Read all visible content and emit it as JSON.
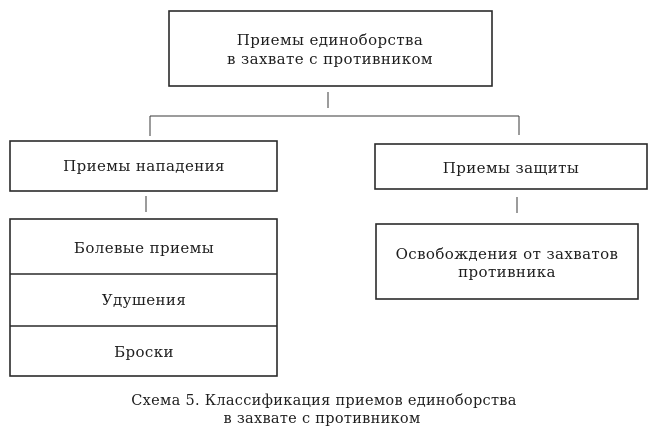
{
  "diagram": {
    "root": {
      "lines": [
        "Приемы единоборства",
        "в захвате с противником"
      ]
    },
    "attack": {
      "title": "Приемы нападения",
      "items": [
        "Болевые приемы",
        "Удушения",
        "Броски"
      ]
    },
    "defense": {
      "title": "Приемы защиты",
      "items": [
        {
          "lines": [
            "Освобождения от захватов",
            "противника"
          ]
        }
      ]
    }
  },
  "caption": {
    "lines": [
      "Схема 5. Классификация приемов единоборства",
      "в захвате с противником"
    ]
  }
}
